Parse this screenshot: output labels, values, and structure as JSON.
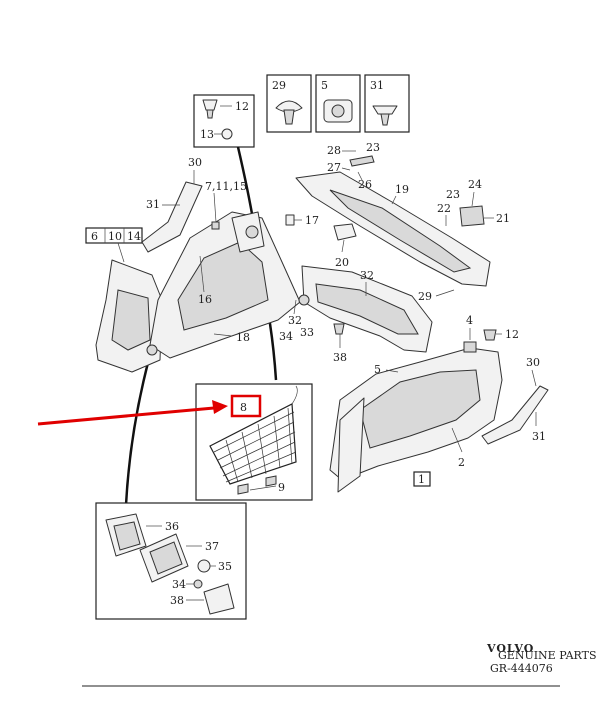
{
  "labels": {
    "l29": "29",
    "l5": "5",
    "l31": "31",
    "l12a": "12",
    "l13": "13",
    "l28": "28",
    "l23a": "23",
    "l27": "27",
    "l26": "26",
    "l19": "19",
    "l30a": "30",
    "l7": "7,11,15",
    "l31b": "31",
    "l17": "17",
    "l6": "6",
    "l10": "10",
    "l14": "14",
    "l16": "16",
    "l20": "20",
    "l23b": "23",
    "l24": "24",
    "l22": "22",
    "l21": "21",
    "l32": "32",
    "l29b": "29",
    "l32b": "32",
    "l34a": "34",
    "l33": "33",
    "l18": "18",
    "l4": "4",
    "l12b": "12",
    "l38a": "38",
    "l5b": "5",
    "l30b": "30",
    "l31c": "31",
    "l2": "2",
    "l1": "1",
    "l8": "8",
    "l9": "9",
    "l36": "36",
    "l37": "37",
    "l35": "35",
    "l34b": "34",
    "l38b": "38"
  },
  "logo": {
    "brand": "VOLVO",
    "sub": "GENUINE PARTS",
    "ref": "GR-444076"
  },
  "colors": {
    "highlight": "#e00000",
    "ink": "#222222"
  }
}
